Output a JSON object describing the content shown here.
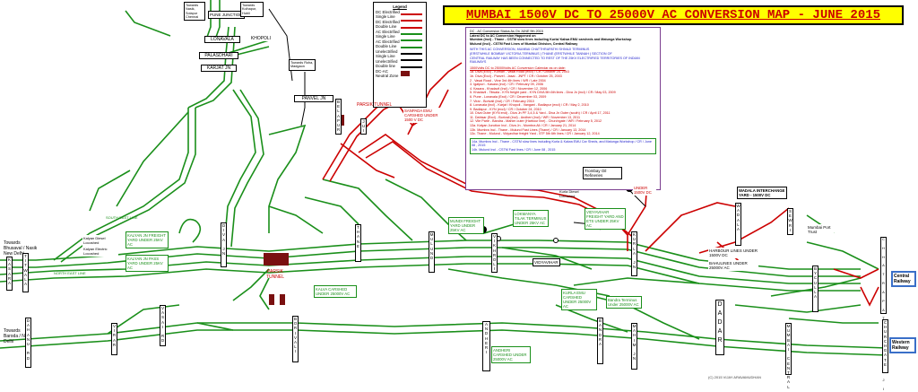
{
  "title": "MUMBAI 1500V DC TO 25000V AC CONVERSION MAP - JUNE 2015",
  "legend": {
    "heading": "Legend",
    "items": [
      {
        "label": "DC Electrified Single Line",
        "color": "#cc0000",
        "style": "single"
      },
      {
        "label": "DC Electrified Double Line",
        "color": "#cc0000",
        "style": "double"
      },
      {
        "label": "AC Electrified Single Line",
        "color": "#1a8f1a",
        "style": "single"
      },
      {
        "label": "AC Electrified Double Line",
        "color": "#1a8f1a",
        "style": "double"
      },
      {
        "label": "Unelectrified Single Line",
        "color": "#000000",
        "style": "single"
      },
      {
        "label": "Unelectrified Double line",
        "color": "#000000",
        "style": "double"
      },
      {
        "label": "DC-AC Neutral Zone",
        "color": "#7a1010",
        "style": "block"
      }
    ]
  },
  "info": {
    "heading": "DC - AC Conversion Status As On JUNE 9th 2015",
    "intro": [
      "Latest DC to AC Conversion Happened on",
      "Mumbra (Incl) - Thane - CSTM slow lines  including Kurla/ Kalwa EMU carsheds and Matunga Workshop",
      "Mulund (Incl) - CSTM Fast Lines of Mumbai Division, Central Railway"
    ],
    "blue_note": [
      "WITH THIS AC CONVERSION, MUMBAI  CHATTHRAPATHI SHIVAJI TERMINUS",
      "(ERSTWHILE BOMBAY VICTORIA TERMINUS ) THANE (ERSTWHILE TANNAH ) SECTION OF",
      "CENTRAL RAILWAY HAS BEEN CONNECTED TO REST OF THE 25KV ELECTRIFIED TERRITORIES OF INDIAN RAILWAYS"
    ],
    "calendar_heading": "1500Volts DC to 25000Volts AC Conversion Calendar as on date:",
    "calendar": [
      "1a. Diva (Excl) - Koman - Vasai Road (excl) / CR / October 25, 2003",
      "1b. Diva (Excl) - Panvel - Jasai - JNPT / CR / October 25, 2003",
      "2 . Vasai Road - Virar 3rd 4th lines / WR / Late 2004",
      "3. Igatpuri - Kasara (incl) / CR / February 09, 2006",
      "4. Kasara - Khadavli (Incl) / CR / November 12, 2006",
      "5. Khadavli - Titwala - KYN freight yard - KYN DIVA 5th 6th lines - Diva Jn (incl) / CR / May 03, 2009",
      "6. Pune - Lonavala (Excl) / CR / December 03, 2009",
      "7. Virar - Borivali (Incl) / CR / February 2010",
      "8. Lonavala (incl) - Karjat / Khopoli - Vangani - Badlapur (excl) / CR / May 2, 2010",
      "9. Badlapur - KYN (excl) / CR / October 24, 2010",
      "10. Diva Outer (KYN end) - Diva Jn PF 3,4,5 & Yard - Diva Jn Outer (south) / CR / April 17, 2011",
      "11. Dahisar (Excl) - Borivali (Incl) - Andheri (Incl) / WR / November 13, 2011",
      "12. Vile Parle - Bandra - Mahim outer (Harbour line) - Churchgate / WR / February 5, 2012",
      "13a. Kalyan Junction Incl - Diva Jn - Mumbra All / CR / January 21, 2014",
      "13b. Mumbra Incl - Thane - Mulund Fast Lines (Thane) / CR / January 13, 2014",
      "13c. Thane - Mulund - Vidyavihar freight Yard - 5TF  5th 6th lines / CR / January 12, 2014"
    ],
    "latest": [
      "14a. Mumbra Incl - Thane - CSTM slow lines including Kurla & Kalwa EMU Car Sheds, and Matunga Workshop / CR / June 08 , 2015",
      "14b. Mulund Incl - CSTM Fast lines / CR / June 08 , 2015"
    ]
  },
  "labels": {
    "towards_nasik_igatpuri": "Towards Nasik, Solapur Chennai",
    "towards_pune": "PUNE JUNCTION",
    "towards_kolhapur": "Towards Kolhapur, Hubli",
    "lonavala": "LONAVALA",
    "khopoli": "KHOPOLI",
    "palasdhari": "PALASDHARI",
    "karjat": "KARJAT JN",
    "towards_roha": "Towards Roha, Madgaon",
    "panvel": "PANVEL JN",
    "parsik_tunnel_top": "PARSIK TUNNEL",
    "parsik_tunnel_bottom": "PARSIK TUNNEL",
    "sanpada": "SANPADA EMU CARSHED UNDER 1500 V DC",
    "trombay": "Trombay Oil Refineries",
    "under_1500": "UNDER 1500V DC",
    "wadala_box": "WADALA INTERCHANGE YARD - 1500V DC",
    "mumbai_port": "Mumbai Port Trust",
    "kurla_diesel": "Kurla Diesel Locoshed",
    "south_east_line": "SOUTH EAST LINE",
    "north_east_line": "NORTH EAST LINE",
    "towards_bhusaval": "Towards Bhusaval / Nasik New Delhi",
    "towards_baroda": "Towards Baroda / New Delhi",
    "kalyan_diesel": "Kalyan Diesel Locoshed",
    "kalyan_electric": "Kalyan Electric Locoshed",
    "kalyan_freight": "KALYAN JN FREIGHT YARD UNDER 25KV AC",
    "kalyan_pass": "KALYAN JN PASS YARD UNDER 25KV AC",
    "kalva_carshed": "KALVA CARSHED UNDER 25000V AC",
    "mundi_freight": "MUNDI FREIGHT YARD UNDER 25KV AC",
    "lokmanya": "LOKMANYA TILAK TERMINUS UNDER 25KV AC",
    "vidyavihar_freight": "VIDYAVIHAR FREIGHT YARD AND ETS UNDER 25KV AC",
    "vidyavihar": "VIDYAVIHAR",
    "kurla_emu": "KURLA EMU CARSHED UNDER 25000V AC",
    "bandra_terminus": "Bandra Terminus Under 25000V AC",
    "andheri_carshed": "ANDHERI CARSHED UNDER 25000V AC",
    "harbour_lines": "HARBOUR LINES UNDER 1500V DC",
    "bahulines": "BAHULINES UNDER 25000V AC",
    "central_railway": "Central Railway",
    "western_railway": "Western Railway",
    "credit": "(C) 2015 VIJAY ARAVAMUDHAN"
  },
  "stations_v": {
    "kasara": "KASARA",
    "titwala": "TITWALA",
    "diva": "DIVA JN",
    "thane": "THANE",
    "mulund": "MULUND",
    "vikhroli": "VIKHROLI",
    "kurla": "KURLA JN",
    "wadala": "WADALA",
    "sewri": "SEWRI",
    "dadar": "DADAR",
    "byculla": "BYCULLA",
    "cstm": "C H H A T R A P A T I S H I V A J I",
    "dahanu": "DAHANU RD",
    "virar": "VIRAR",
    "vasai": "VASAI RD",
    "borivali": "BORIVALI",
    "andheri": "ANDHERI",
    "bandra": "BANDRA",
    "mahim": "MAHIM JN",
    "mumbai_central": "MUMBAI CENTRAL",
    "churchgate": "CHURCHGATE",
    "belapur": "BELAPUR",
    "juinagar": "JUI"
  }
}
